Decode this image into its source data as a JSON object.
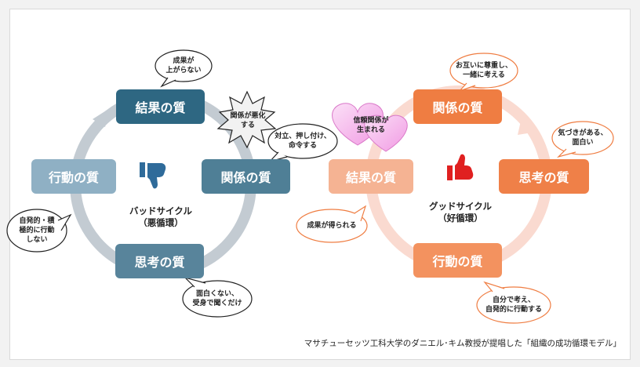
{
  "bad_cycle": {
    "name": "バッドサイクル",
    "name_sub": "（悪循環）",
    "results": "結果の質",
    "relationship": "関係の質",
    "thinking": "思考の質",
    "action": "行動の質",
    "bubble_results": "成果が\n上がらない",
    "bubble_relationship_burst": "関係が悪化\nする",
    "bubble_relationship": "対立、押し付け、\n命令する",
    "bubble_thinking": "面白くない、\n受身で聞くだけ",
    "bubble_action": "自発的・積\n極的に行動\nしない"
  },
  "good_cycle": {
    "name": "グッドサイクル",
    "name_sub": "（好循環）",
    "relationship": "関係の質",
    "thinking": "思考の質",
    "action": "行動の質",
    "results": "結果の質",
    "bubble_relationship": "お互いに尊重し、\n一緒に考える",
    "bubble_thinking": "気づきがある、\n面白い",
    "bubble_action": "自分で考え、\n自発的に行動する",
    "bubble_results": "成果が得られる",
    "bubble_heart": "信頼関係が\n生まれる"
  },
  "caption": "マサチューセッツ工科大学のダニエル･キム教授が提唱した「組織の成功循環モデル」",
  "colors": {
    "bad_dark": "#2e6782",
    "bad_mid": "#4f7f96",
    "bad_light": "#8fb0c4",
    "good_dark": "#ef7d42",
    "good_light": "#f5b393",
    "thumb_down": "#2f6b9a",
    "thumb_up": "#e02020"
  }
}
